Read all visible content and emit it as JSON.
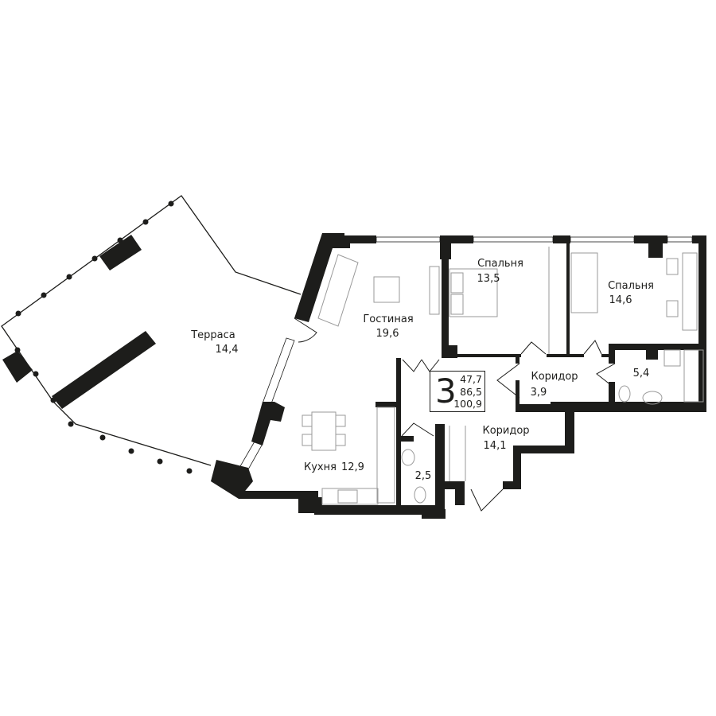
{
  "plan": {
    "rooms_count": "3",
    "areas": {
      "living": "47,7",
      "total": "86,5",
      "total_with_terrace": "100,9"
    },
    "rooms": [
      {
        "name": "Терраса",
        "area": "14,4"
      },
      {
        "name": "Гостиная",
        "area": "19,6"
      },
      {
        "name": "Спальня",
        "area": "13,5"
      },
      {
        "name": "Спальня",
        "area": "14,6"
      },
      {
        "name": "Коридор",
        "area": "3,9"
      },
      {
        "name": "",
        "area": "5,4"
      },
      {
        "name": "Коридор",
        "area": "14,1"
      },
      {
        "name": "",
        "area": "2,5"
      },
      {
        "name": "Кухня",
        "area": "12,9"
      }
    ],
    "colors": {
      "wall": "#1d1d1b",
      "line": "#1d1d1b",
      "furniture": "#9a9a9a"
    }
  }
}
